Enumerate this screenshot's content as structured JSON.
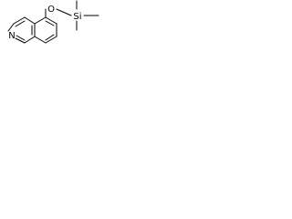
{
  "molecule": {
    "atoms": {
      "nitrogen": "N",
      "oxygen": "O",
      "silicon": "Si"
    },
    "colors": {
      "bond": "#000000",
      "label": "#000000",
      "background": "#ffffff"
    }
  }
}
